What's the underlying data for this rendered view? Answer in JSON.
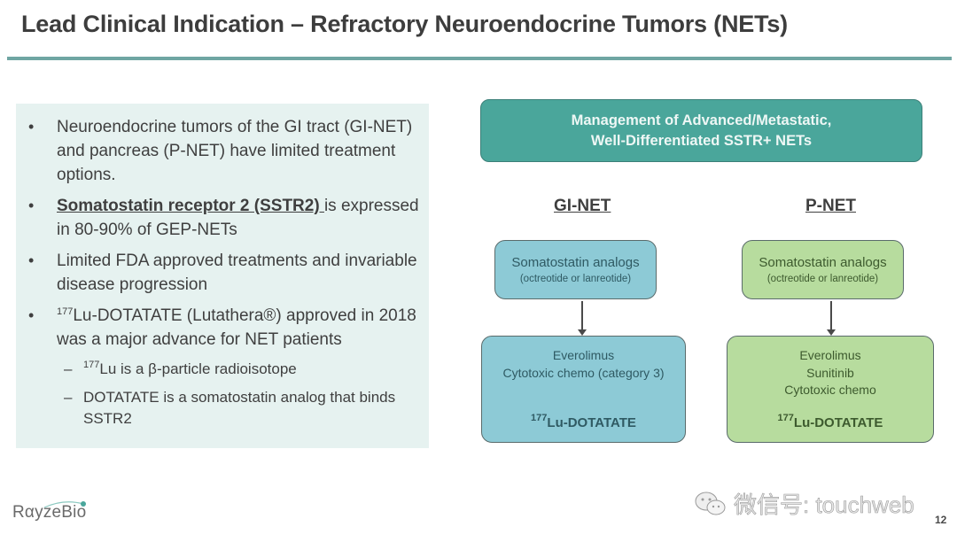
{
  "slide": {
    "title": "Lead Clinical Indication – Refractory Neuroendocrine Tumors (NETs)",
    "page_number": "12"
  },
  "bullets": [
    {
      "text": "Neuroendocrine tumors of the GI tract (GI-NET) and pancreas (P-NET) have limited treatment options."
    },
    {
      "underlined": "Somatostatin receptor 2 (SSTR2) ",
      "text": "is expressed in 80-90% of GEP-NETs"
    },
    {
      "text": "Limited FDA approved treatments and invariable disease progression"
    },
    {
      "sup": "177",
      "text": "Lu-DOTATATE (Lutathera®) approved in 2018 was a major advance for NET patients"
    }
  ],
  "sub_bullets": [
    {
      "sup": "177",
      "text": "Lu is a β-particle radioisotope"
    },
    {
      "text": "DOTATATE is a somatostatin analog that binds SSTR2"
    }
  ],
  "diagram": {
    "header_line1": "Management of Advanced/Metastatic,",
    "header_line2": "Well-Differentiated SSTR+ NETs",
    "gi": {
      "label": "GI-NET",
      "first_line": "Somatostatin analogs",
      "first_sub": "(octreotide or lanreotide)",
      "second_lines": [
        "Everolimus",
        "Cytotoxic chemo (category 3)"
      ],
      "lu_sup": "177",
      "lu_text": "Lu-DOTATATE"
    },
    "p": {
      "label": "P-NET",
      "first_line": "Somatostatin analogs",
      "first_sub": "(octreotide or lanreotide)",
      "second_lines": [
        "Everolimus",
        "Sunitinib",
        "Cytotoxic chemo"
      ],
      "lu_sup": "177",
      "lu_text": "Lu-DOTATATE"
    }
  },
  "footer": {
    "logo": "RαyzeBio",
    "watermark": "微信号: touchweb",
    "watermark_icon": "wechat-icon"
  },
  "colors": {
    "accent_teal": "#4aa69b",
    "rule_teal": "#6fa6a3",
    "panel_bg": "#e6f2f0",
    "gi_box": "#8dcad6",
    "p_box": "#b7dc9e"
  }
}
